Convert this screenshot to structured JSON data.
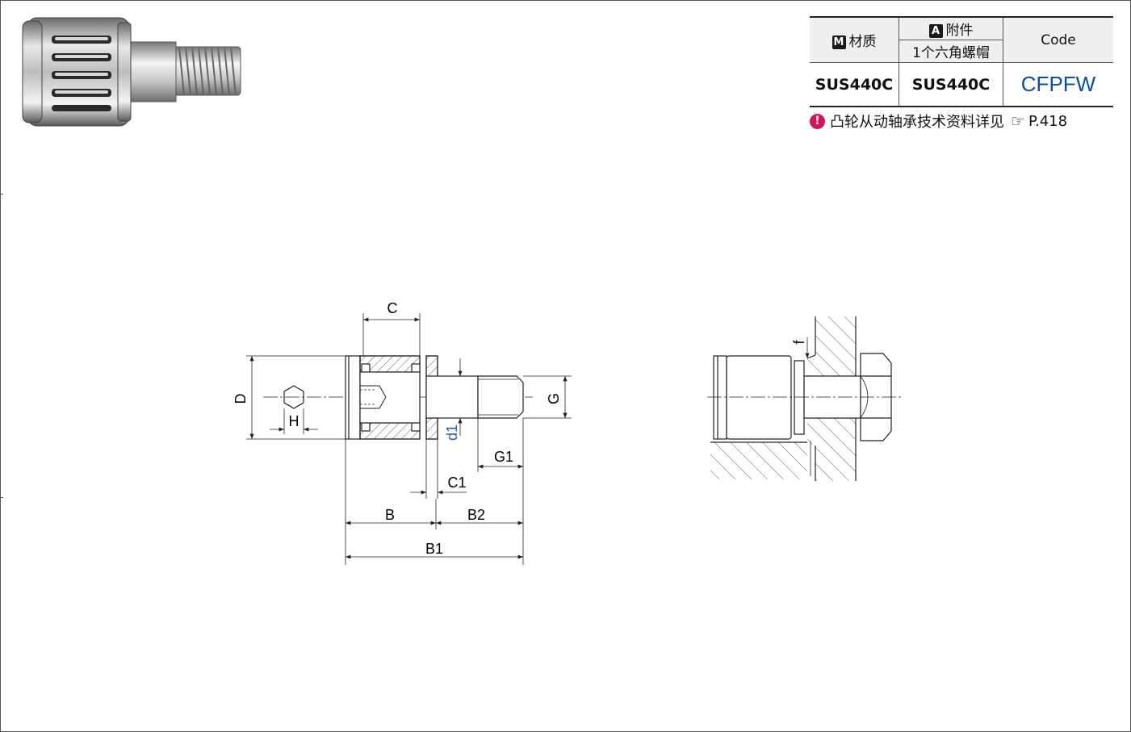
{
  "table": {
    "material_badge": "M",
    "material_header": "材质",
    "accessory_badge": "A",
    "accessory_header": "附件",
    "accessory_sub": "1个六角螺帽",
    "code_header": "Code",
    "material_value": "SUS440C",
    "accessory_value": "SUS440C",
    "code_value": "CFPFW"
  },
  "note": {
    "icon": "info-icon",
    "text": "凸轮从动轴承技术资料详见",
    "pointer_icon": "pointing-hand-icon",
    "page_ref": "P.418"
  },
  "drawing": {
    "labels": {
      "C": "C",
      "D": "D",
      "H": "H",
      "d1": "d1",
      "G": "G",
      "G1": "G1",
      "C1": "C1",
      "B": "B",
      "B2": "B2",
      "B1": "B1",
      "f": "f"
    }
  },
  "colors": {
    "code_blue": "#0d4f9c",
    "d1_blue": "#1a5fb4",
    "info_magenta": "#d4145a"
  }
}
